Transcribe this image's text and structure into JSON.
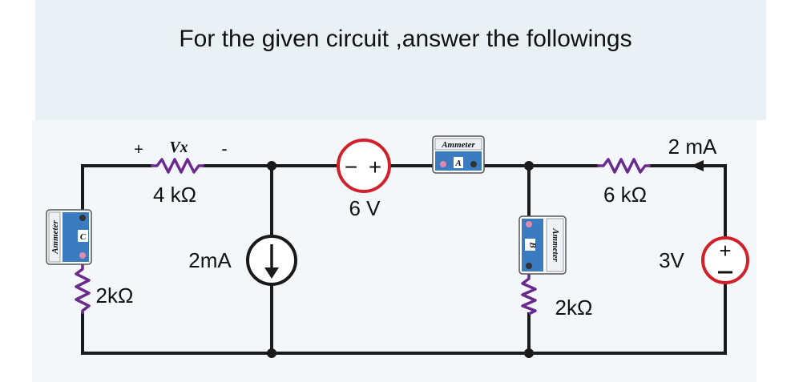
{
  "title": "For the given circuit ,answer the followings",
  "labels": {
    "vx_plus": "+",
    "vx_name": "Vx",
    "vx_minus": "-",
    "r1": "4 kΩ",
    "cs_left": "2mA",
    "vs_top": "6 V",
    "r_top_right": "6 kΩ",
    "cs_right": "2 mA",
    "vs_right": "3V",
    "r_left": "2kΩ",
    "r_mid": "2kΩ"
  },
  "ammeters": {
    "top": {
      "name": "Ammeter",
      "letter": "A"
    },
    "left": {
      "name": "Ammeter",
      "letter": "C"
    },
    "mid": {
      "name": "Ammeter",
      "letter": "B"
    }
  },
  "source_signs": {
    "plus": "+",
    "minus": "−"
  },
  "colors": {
    "wire": "#1a1a1a",
    "source_outline": "#d0202a",
    "resistor": "#6a2a8e",
    "ammeter_body": "#3b7bbf",
    "panel": "#e9f1f4"
  }
}
